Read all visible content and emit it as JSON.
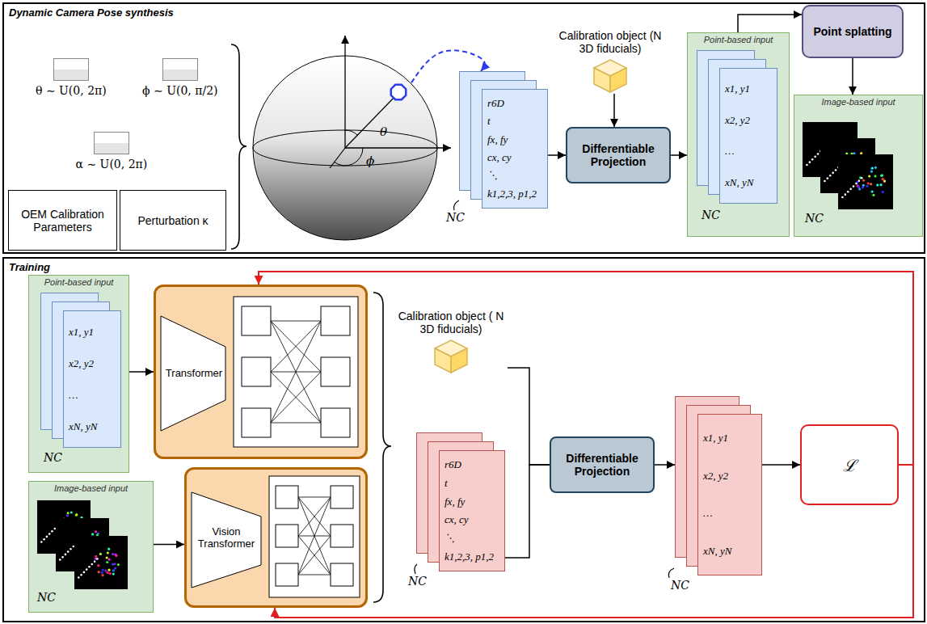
{
  "diagram": {
    "nodes": [
      {
        "text": [
          "Dynamic Camera Pose synthesis"
        ]
      },
      {
        "text": [
          "θ ∼ U(0, 2π)"
        ],
        "in": 0
      },
      {
        "text": [
          "ϕ ∼ U(0, π/2)"
        ],
        "in": 0
      },
      {
        "text": [
          "α ∼ U(0, 2π)"
        ],
        "in": 0
      },
      {
        "text": [
          "OEM Calibration Parameters"
        ],
        "in": 0
      },
      {
        "text": [
          "Perturbation κ"
        ],
        "in": 0
      },
      {
        "text": [
          "θ",
          "ϕ"
        ],
        "in": 0
      },
      {
        "text": [
          "r6D",
          "t",
          "fx, fy",
          "cx, cy",
          "⋱",
          "k1,2,3, p1,2"
        ],
        "in": 0
      },
      {
        "text": [
          "Calibration object (N 3D fiducials)"
        ],
        "in": 0
      },
      {
        "text": [
          "Differentiable Projection"
        ],
        "in": 0
      },
      {
        "text": [
          "Point-based input"
        ],
        "in": 0
      },
      {
        "text": [
          "x1, y1",
          "x2, y2",
          "…",
          "xN, yN"
        ],
        "in": 10
      },
      {
        "text": [
          "Point splatting"
        ],
        "in": 0
      },
      {
        "text": [
          "Image-based input"
        ],
        "in": 0
      },
      {
        "text": [
          "Training"
        ]
      },
      {
        "text": [
          "Point-based input"
        ],
        "in": 14
      },
      {
        "text": [
          "x1, y1",
          "x2, y2",
          "…",
          "xN, yN"
        ],
        "in": 15
      },
      {
        "text": [
          "Image-based input"
        ],
        "in": 14
      },
      {
        "text": [
          "Transformer"
        ],
        "in": 14
      },
      {
        "text": [
          "Vision Transformer"
        ],
        "in": 14
      },
      {
        "text": [
          "Calibration object ( N 3D fiducials)"
        ],
        "in": 14
      },
      {
        "text": [
          "r6D",
          "t",
          "fx, fy",
          "cx, cy",
          "⋱",
          "k1,2,3, p1,2"
        ],
        "in": 14
      },
      {
        "text": [
          "Differentiable Projection"
        ],
        "in": 14
      },
      {
        "text": [
          "x1, y1",
          "x2, y2",
          "…",
          "xN, yN"
        ],
        "in": 14
      },
      {
        "text": [
          "ℒ"
        ],
        "in": 14
      }
    ],
    "edges": [
      {
        "from": 6,
        "to": 7,
        "arrow": "to"
      },
      {
        "from": 7,
        "to": 9,
        "arrow": "to"
      },
      {
        "from": 8,
        "to": 9,
        "arrow": "to"
      },
      {
        "from": 9,
        "to": 10,
        "arrow": "to"
      },
      {
        "from": 10,
        "to": 12,
        "arrow": "to"
      },
      {
        "from": 12,
        "to": 13,
        "arrow": "to"
      },
      {
        "from": 15,
        "to": 18,
        "arrow": "to"
      },
      {
        "from": 17,
        "to": 19,
        "arrow": "to"
      },
      {
        "from": 20,
        "to": 22,
        "arrow": "none"
      },
      {
        "from": 21,
        "to": 22,
        "arrow": "none"
      },
      {
        "from": 22,
        "to": 23,
        "arrow": "to"
      },
      {
        "from": 23,
        "to": 24,
        "arrow": "to"
      },
      {
        "from": 24,
        "to": 18,
        "arrow": "to"
      },
      {
        "from": 24,
        "to": 19,
        "arrow": "to"
      }
    ],
    "labels": [
      "NC",
      "NC",
      "NC",
      "NC",
      "NC",
      "NC",
      "NC"
    ]
  }
}
